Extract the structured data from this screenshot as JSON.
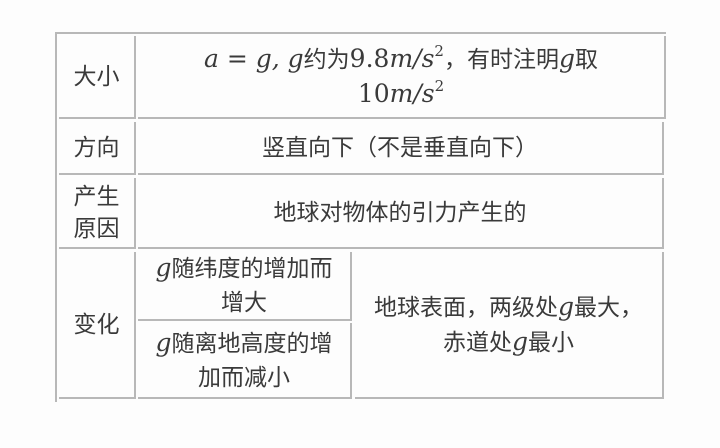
{
  "table": {
    "rows": [
      {
        "header": "大小",
        "content": {
          "line1": {
            "math_eq": "a = g, g",
            "text1": "约为",
            "num": "9.8",
            "unit": "m/s",
            "exp": "2",
            "text2": "，有时注明",
            "g": "g",
            "text3": "取"
          },
          "line2": {
            "num": "10",
            "unit": "m/s",
            "exp": "2"
          }
        }
      },
      {
        "header": "方向",
        "content": "竖直向下（不是垂直向下）"
      },
      {
        "header_line1": "产生",
        "header_line2": "原因",
        "content": "地球对物体的引力产生的"
      },
      {
        "header": "变化",
        "sub": [
          {
            "g": "g",
            "line1": "随纬度的增加而",
            "line2": "增大"
          },
          {
            "g": "g",
            "line1": "随离地高度的增",
            "line2": "加而减小"
          }
        ],
        "summary": {
          "line1_a": "地球表面，两级处",
          "line1_g": "g",
          "line1_b": "最大，",
          "line2_a": "赤道处",
          "line2_g": "g",
          "line2_b": "最小"
        }
      }
    ]
  },
  "colors": {
    "border": "#b8b8b8",
    "text": "#3a3a3a",
    "background": "#fdfdfd"
  }
}
